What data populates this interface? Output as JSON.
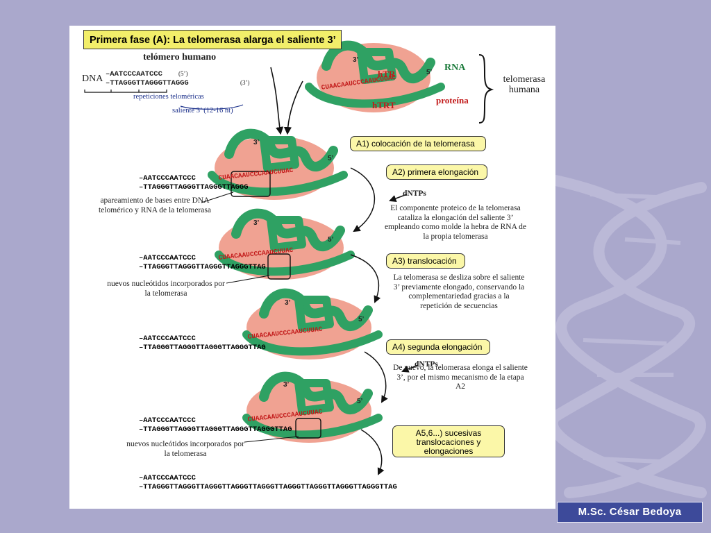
{
  "title": "Primera fase (A): La telomerasa alarga el saliente 3’",
  "top": {
    "telomere_label": "telómero humano",
    "dna_label": "DNA",
    "strand_top": "–AATCCCAATCCC",
    "strand_top_end": "(5’)",
    "strand_bottom": "–TTAGGGTTAGGGTTAGGG",
    "strand_bottom_end": "(3’)",
    "repeats_label": "repeticiones teloméricas",
    "overhang_label": "saliente 3’ (12-16 nt)"
  },
  "enzyme": {
    "three_prime": "3’",
    "five_prime": "5’",
    "htr": "hTR",
    "htrt": "hTRT",
    "rna_label": "RNA",
    "protein_label": "proteína",
    "group_label": "telomerasa humana",
    "rna_sequence": "CUAACAAUCCCAAUCUUAC"
  },
  "steps": [
    {
      "label": "A1) colocación de la telomerasa"
    },
    {
      "label": "A2) primera elongación"
    },
    {
      "label": "A3) translocación"
    },
    {
      "label": "A4) segunda elongación"
    },
    {
      "label": "A5,6...) sucesivas translocaciones y elongaciones"
    }
  ],
  "dntps": "dNTPs",
  "descriptions": {
    "a1_note": "apareamiento de bases entre DNA telomérico y RNA de la telomerasa",
    "a2": "El componente proteico de la telomerasa cataliza la elongación del saliente 3’ empleando como molde la hebra de RNA de la propia telomerasa",
    "new_nt": "nuevos nucleótidos incorporados por la telomerasa",
    "a3": "La telomerasa se desliza sobre el saliente 3’ previamente elongado, conservando la complementariedad gracias a la repetición de secuencias",
    "a4": "De nuevo, la telomerasa elonga el saliente 3’, por el mismo mecanismo de la etapa A2",
    "new_nt_2": "nuevos nucleótidos incorporados por la telomerasa"
  },
  "sequences": {
    "top_strand": "–AATCCCAATCCC",
    "s1": "–TTAGGGTTAGGGTTAGGGTTAGGG",
    "s2": "–TTAGGGTTAGGGTTAGGGTTAGGGTTAG",
    "s3": "–TTAGGGTTAGGGTTAGGGTTAGGGTTAG",
    "s4": "–TTAGGGTTAGGGTTAGGGTTAGGGTTAGGGTTAG",
    "s5": "–TTAGGGTTAGGGTTAGGGTTAGGGTTAGGGTTAGGGTTAGGGTTAGGGTTAGGGTTAG"
  },
  "author": "M.Sc. César Bedoya",
  "colors": {
    "slide_bg": "#aaa8cc",
    "enzyme_body": "#f0a292",
    "rna_strand": "#2fa163",
    "rna_letters": "#c21a1a",
    "step_box": "#fbf7a8",
    "title_box": "#f2ee6a",
    "badge": "#3d4a9a"
  }
}
